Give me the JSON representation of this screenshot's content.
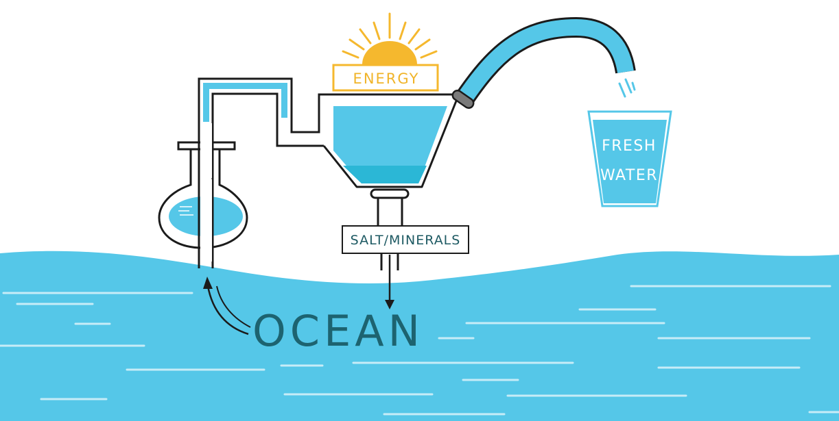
{
  "labels": {
    "energy": "ENERGY",
    "salt_minerals": "SALT/MINERALS",
    "fresh": "FRESH",
    "water": "WATER",
    "ocean": "OCEAN"
  },
  "colors": {
    "water": "#55c7e8",
    "water_dark": "#2bb7d6",
    "sun": "#f5b82e",
    "outline": "#1b1b1b",
    "ocean_text": "#1d6370",
    "wave_line": "#c7ecf7"
  }
}
